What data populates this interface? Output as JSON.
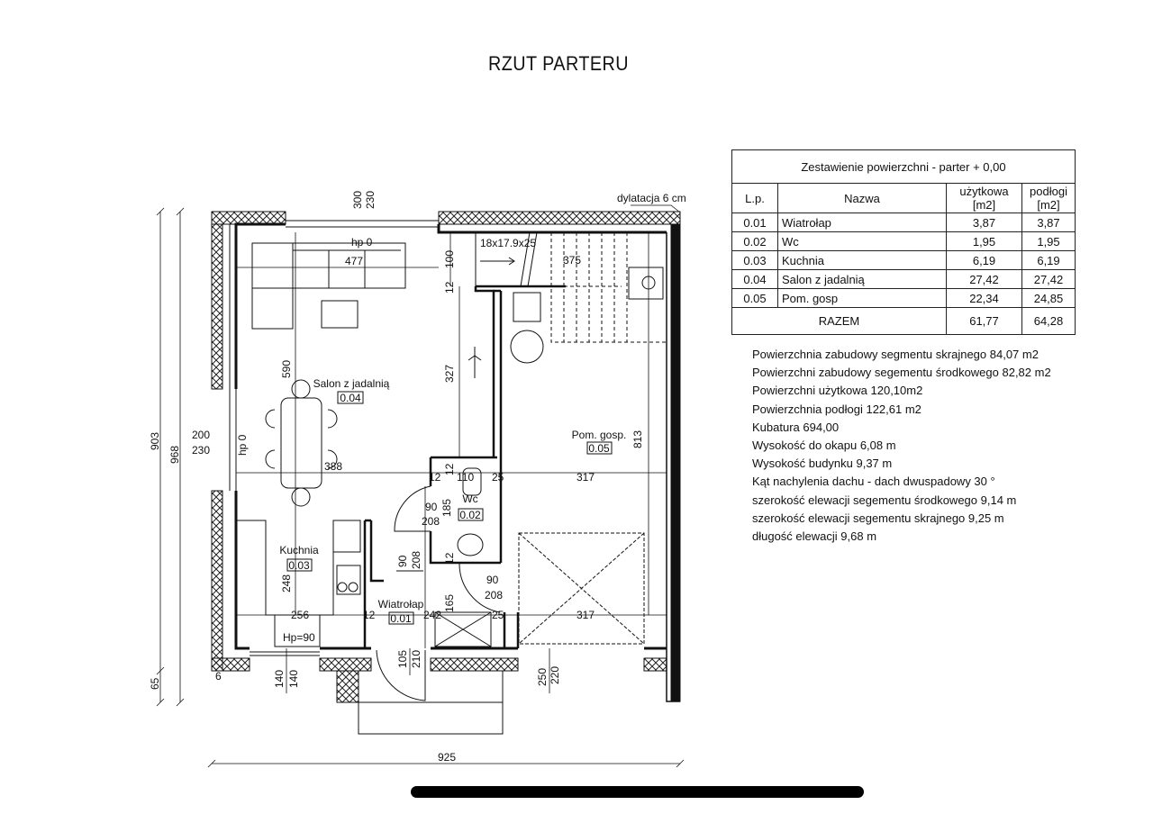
{
  "title": "RZUT PARTERU",
  "table": {
    "caption": "Zestawienie powierzchni - parter + 0,00",
    "headers": {
      "lp": "L.p.",
      "name": "Nazwa",
      "usable": "użytkowa",
      "usable_unit": "[m2]",
      "floor": "podłogi",
      "floor_unit": "[m2]"
    },
    "rows": [
      {
        "lp": "0.01",
        "name": "Wiatrołap",
        "usable": "3,87",
        "floor": "3,87"
      },
      {
        "lp": "0.02",
        "name": "Wc",
        "usable": "1,95",
        "floor": "1,95"
      },
      {
        "lp": "0.03",
        "name": "Kuchnia",
        "usable": "6,19",
        "floor": "6,19"
      },
      {
        "lp": "0.04",
        "name": "Salon z jadalnią",
        "usable": "27,42",
        "floor": "27,42"
      },
      {
        "lp": "0.05",
        "name": "Pom. gosp",
        "usable": "22,34",
        "floor": "24,85"
      }
    ],
    "total": {
      "label": "RAZEM",
      "usable": "61,77",
      "floor": "64,28"
    }
  },
  "notes": [
    "Powierzchnia zabudowy segmentu skrajnego 84,07 m2",
    "Powierzchni zabudowy segementu środkowego 82,82 m2",
    "Powierzchni użytkowa 120,10m2",
    "Powierzchnia podłogi  122,61 m2",
    "Kubatura 694,00",
    "Wysokość do okapu 6,08 m",
    "Wysokość budynku 9,37 m",
    "Kąt nachylenia dachu - dach dwuspadowy 30 °",
    "szerokość elewacji  segementu środkowego 9,14 m",
    "szerokość elewacji segementu skrajnego 9,25 m",
    "długość elewacji  9,68 m"
  ],
  "rooms": {
    "salon": {
      "name": "Salon z jadalnią",
      "id": "0.04"
    },
    "kuchnia": {
      "name": "Kuchnia",
      "id": "0.03"
    },
    "wc": {
      "name": "Wc",
      "id": "0.02"
    },
    "wiatrolap": {
      "name": "Wiatrołap",
      "id": "0.01"
    },
    "pom": {
      "name": "Pom. gosp.",
      "id": "0.05"
    }
  },
  "annotations": {
    "dylatacja": "dylatacja 6 cm",
    "stairs": "18x17.9x25",
    "hp0_top": "hp 0",
    "hp0_left": "hp 0",
    "hp90": "Hp=90"
  },
  "dims": {
    "top_win_a": "300",
    "top_win_b": "230",
    "d477": "477",
    "d100": "100",
    "d12a": "12",
    "d375": "375",
    "d590": "590",
    "d327": "327",
    "d813": "813",
    "d200": "200",
    "d230": "230",
    "d903": "903",
    "d968": "968",
    "d65": "65",
    "d388": "388",
    "d12b": "12",
    "d110": "110",
    "d25a": "25",
    "d317a": "317",
    "d90a": "90",
    "d208a": "208",
    "d185": "185",
    "d12c": "12",
    "d12d": "12",
    "d90b": "90",
    "d208b": "208",
    "d90c": "90",
    "d208c": "208",
    "d248": "248",
    "d256": "256",
    "d12e": "12",
    "d242": "242",
    "d165": "165",
    "d25b": "25",
    "d317b": "317",
    "d6": "6",
    "d140a": "140",
    "d140b": "140",
    "d105": "105",
    "d210": "210",
    "d250": "250",
    "d220": "220",
    "d925": "925"
  }
}
